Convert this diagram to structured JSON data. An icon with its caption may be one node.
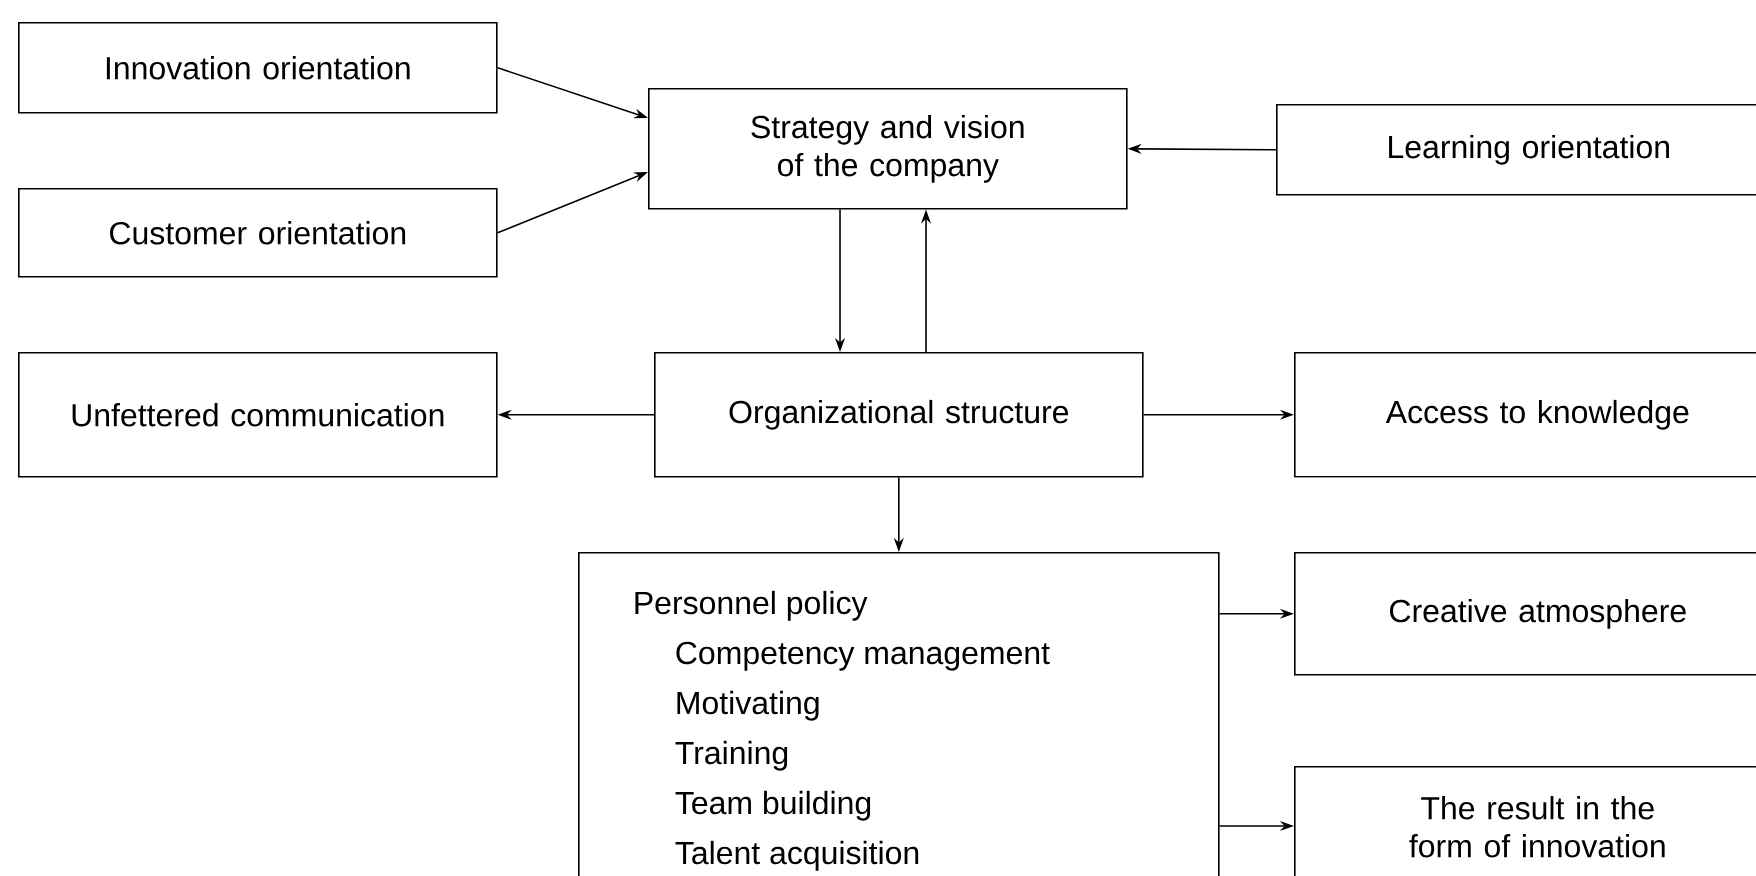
{
  "diagram": {
    "nodes": [
      {
        "text": [
          "Innovation orientation"
        ]
      },
      {
        "text": [
          "Customer orientation"
        ]
      },
      {
        "text": [
          "Strategy and vision of the company"
        ]
      },
      {
        "text": [
          "Learning orientation"
        ]
      },
      {
        "text": [
          "Unfettered communication"
        ]
      },
      {
        "text": [
          "Organizational structure"
        ]
      },
      {
        "text": [
          "Access to knowledge"
        ]
      },
      {
        "text": [
          "Personnel policy",
          "Competency management",
          "Motivating",
          "Training",
          "Team building",
          "Talent acquisition"
        ]
      },
      {
        "text": [
          "Creative atmosphere"
        ]
      },
      {
        "text": [
          "The result in the form of innovation"
        ]
      }
    ],
    "edges": [
      {
        "from": 0,
        "to": 2,
        "arrow": "to"
      },
      {
        "from": 1,
        "to": 2,
        "arrow": "to"
      },
      {
        "from": 3,
        "to": 2,
        "arrow": "to"
      },
      {
        "from": 2,
        "to": 5,
        "arrow": "to"
      },
      {
        "from": 5,
        "to": 2,
        "arrow": "to"
      },
      {
        "from": 5,
        "to": 4,
        "arrow": "to"
      },
      {
        "from": 5,
        "to": 6,
        "arrow": "to"
      },
      {
        "from": 5,
        "to": 7,
        "arrow": "to"
      },
      {
        "from": 7,
        "to": 8,
        "arrow": "to"
      },
      {
        "from": 7,
        "to": 9,
        "arrow": "to"
      }
    ]
  }
}
